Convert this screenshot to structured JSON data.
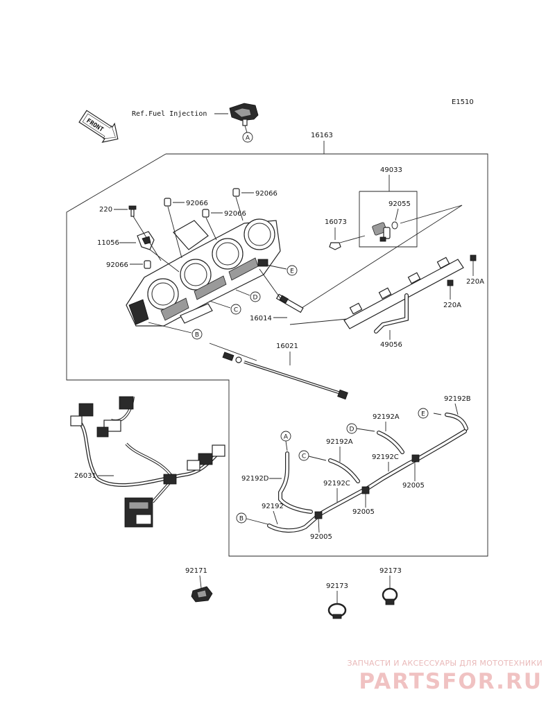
{
  "diagram_code": "E1510",
  "ref_label": "Ref.Fuel Injection",
  "front_label": "FRONT",
  "parts": {
    "p16163": "16163",
    "p49033": "49033",
    "p92055": "92055",
    "p16073": "16073",
    "p220": "220",
    "p92066_a": "92066",
    "p92066_b": "92066",
    "p92066_c": "92066",
    "p92066_d": "92066",
    "p11056": "11056",
    "p220A_a": "220A",
    "p220A_b": "220A",
    "p16014": "16014",
    "p16021": "16021",
    "p49056": "49056",
    "p26031": "26031",
    "p92192B": "92192B",
    "p92192A_a": "92192A",
    "p92192A_b": "92192A",
    "p92192C_a": "92192C",
    "p92192C_b": "92192C",
    "p92192D": "92192D",
    "p92192": "92192",
    "p92005_a": "92005",
    "p92005_b": "92005",
    "p92005_c": "92005",
    "p92171": "92171",
    "p92173_a": "92173",
    "p92173_b": "92173"
  },
  "callouts": {
    "a_top": "A",
    "a_hose": "A",
    "b_body": "B",
    "b_hose": "B",
    "c_body": "C",
    "c_hose": "C",
    "d_body": "D",
    "d_hose": "D",
    "e_body": "E",
    "e_hose": "E"
  },
  "watermark": {
    "line1": "ЗАПЧАСТИ И АКСЕССУАРЫ ДЛЯ МОТОТЕХНИКИ",
    "line2": "PARTSFOR.RU"
  }
}
